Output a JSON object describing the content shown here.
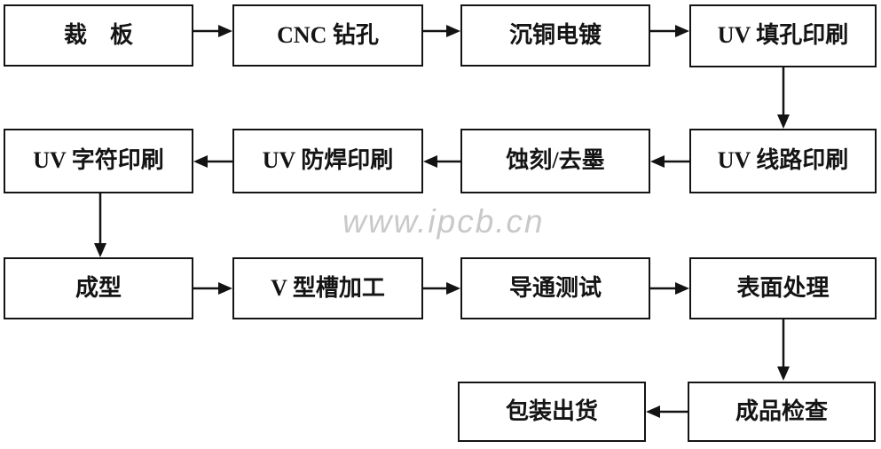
{
  "diagram": {
    "type": "flowchart",
    "subject": "pcb-manufacturing-process",
    "watermark": "www.ipcb.cn",
    "nodes": [
      {
        "id": "cut-board",
        "label": "裁　板",
        "row": 1,
        "col": 1
      },
      {
        "id": "cnc-drilling",
        "label": "CNC 钻孔",
        "row": 1,
        "col": 2
      },
      {
        "id": "copper-deposition-plating",
        "label": "沉铜电镀",
        "row": 1,
        "col": 3
      },
      {
        "id": "uv-hole-filling-print",
        "label": "UV 填孔印刷",
        "row": 1,
        "col": 4
      },
      {
        "id": "uv-legend-print",
        "label": "UV 字符印刷",
        "row": 2,
        "col": 1
      },
      {
        "id": "uv-soldermask-print",
        "label": "UV 防焊印刷",
        "row": 2,
        "col": 2
      },
      {
        "id": "etching-deinking",
        "label": "蚀刻/去墨",
        "row": 2,
        "col": 3
      },
      {
        "id": "uv-circuit-print",
        "label": "UV 线路印刷",
        "row": 2,
        "col": 4
      },
      {
        "id": "forming",
        "label": "成型",
        "row": 3,
        "col": 1
      },
      {
        "id": "v-groove-machining",
        "label": "V 型槽加工",
        "row": 3,
        "col": 2
      },
      {
        "id": "continuity-test",
        "label": "导通测试",
        "row": 3,
        "col": 3
      },
      {
        "id": "surface-finish",
        "label": "表面处理",
        "row": 3,
        "col": 4
      },
      {
        "id": "packing-shipping",
        "label": "包装出货",
        "row": 4,
        "col": 3
      },
      {
        "id": "final-inspection",
        "label": "成品检查",
        "row": 4,
        "col": 4
      }
    ],
    "edges": [
      {
        "from": "cut-board",
        "to": "cnc-drilling",
        "direction": "right"
      },
      {
        "from": "cnc-drilling",
        "to": "copper-deposition-plating",
        "direction": "right"
      },
      {
        "from": "copper-deposition-plating",
        "to": "uv-hole-filling-print",
        "direction": "right"
      },
      {
        "from": "uv-hole-filling-print",
        "to": "uv-circuit-print",
        "direction": "down"
      },
      {
        "from": "uv-circuit-print",
        "to": "etching-deinking",
        "direction": "left"
      },
      {
        "from": "etching-deinking",
        "to": "uv-soldermask-print",
        "direction": "left"
      },
      {
        "from": "uv-soldermask-print",
        "to": "uv-legend-print",
        "direction": "left"
      },
      {
        "from": "uv-legend-print",
        "to": "forming",
        "direction": "down"
      },
      {
        "from": "forming",
        "to": "v-groove-machining",
        "direction": "right"
      },
      {
        "from": "v-groove-machining",
        "to": "continuity-test",
        "direction": "right"
      },
      {
        "from": "continuity-test",
        "to": "surface-finish",
        "direction": "right"
      },
      {
        "from": "surface-finish",
        "to": "final-inspection",
        "direction": "down"
      },
      {
        "from": "final-inspection",
        "to": "packing-shipping",
        "direction": "left"
      }
    ],
    "colors": {
      "line": "#131313",
      "box_border": "#141414",
      "box_fill": "#ffffff",
      "text": "#141414",
      "watermark": "#c9c9c9",
      "background": "#ffffff"
    }
  }
}
